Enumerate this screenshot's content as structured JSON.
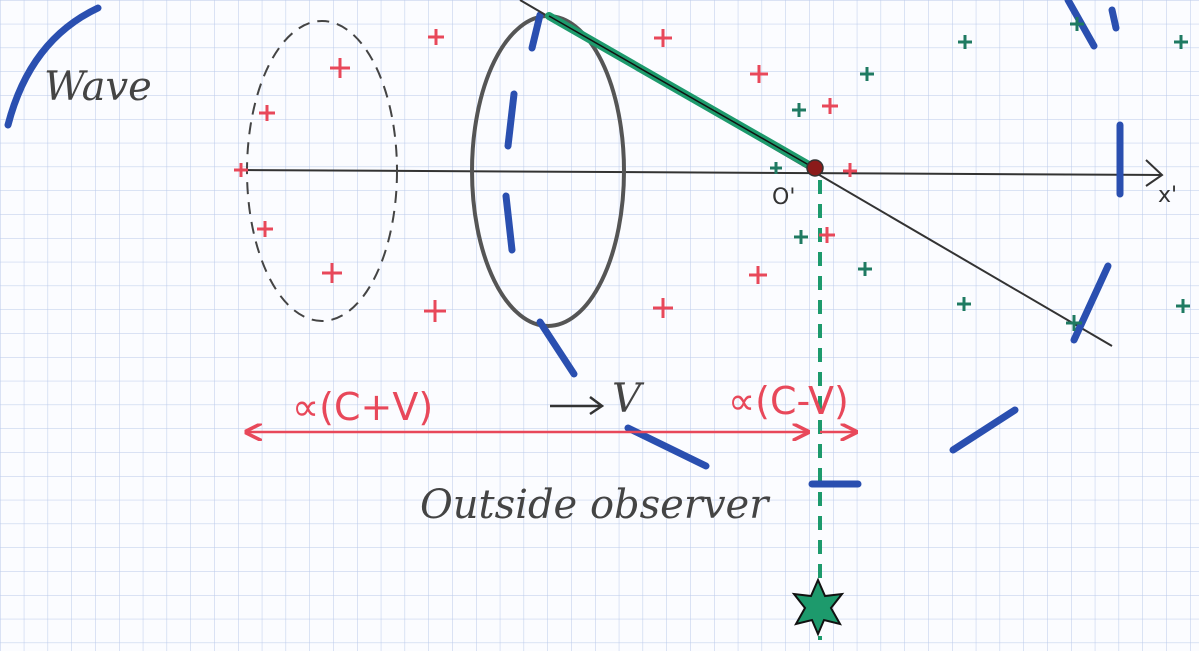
{
  "labels": {
    "wave": "Wave",
    "left_length": "∝(C+V)",
    "velocity": "V",
    "right_length": "∝(C-V)",
    "observer": "Outside observer",
    "origin": "O'",
    "axis": "x'"
  },
  "colors": {
    "grid": "#b9c9ea",
    "red": "#e8485a",
    "blue": "#2a4fb0",
    "green": "#1d9a6c",
    "teal": "#1f7a62",
    "dark": "#333333"
  },
  "marks": {
    "red_plus": "plus-sign",
    "teal_plus": "plus-sign",
    "observer": "star-icon"
  }
}
